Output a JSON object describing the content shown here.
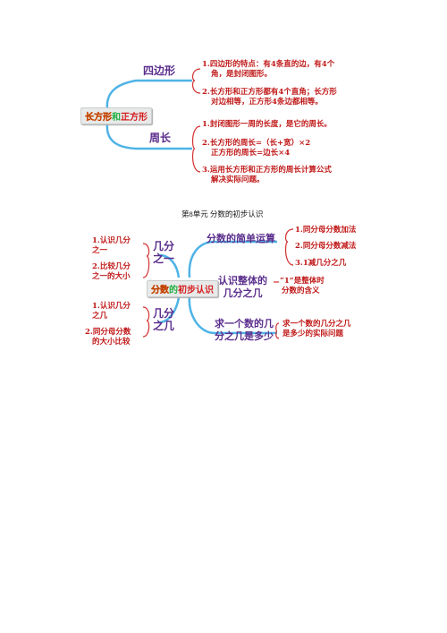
{
  "map1": {
    "center": [
      "长方形",
      "和",
      "正方形"
    ],
    "branch_sides": "四边形",
    "branch_perimeter": "周长",
    "sides_items": [
      [
        "1.四边形的特点：有4条直的边，有4个",
        "角，是封闭图形。"
      ],
      [
        "2.长方形和正方形都有4个直角；长方形",
        "对边相等，正方形4条边都相等。"
      ]
    ],
    "perimeter_items": [
      [
        "1.封闭图形一周的长度，是它的周长。"
      ],
      [
        "2.长方形的周长=（长+宽）×2",
        "正方形的周长=边长×4"
      ],
      [
        "3.运用长方形和正方形的周长计算公式",
        "解决实际问题。"
      ]
    ]
  },
  "unit_title": "第8单元  分数的初步认识",
  "map2": {
    "center": [
      "分数",
      "的",
      "初步认识"
    ],
    "branch_one_of": [
      "几分",
      "之一"
    ],
    "branch_several_of": [
      "几分",
      "之几"
    ],
    "branch_ops": "分数的简单运算",
    "branch_whole": [
      "认识整体的",
      "几分之几"
    ],
    "branch_fraction_of_number": [
      "求一个数的几",
      "分之几是多少"
    ],
    "one_of_items": [
      [
        "1.认识几分",
        "之一"
      ],
      [
        "2.比较几分",
        "之一的大小"
      ]
    ],
    "several_of_items": [
      [
        "1.认识几分",
        "之几"
      ],
      [
        "2.同分母分数",
        "的大小比较"
      ]
    ],
    "ops_items": [
      [
        "1.同分母分数加法"
      ],
      [
        "2.同分母分数减法"
      ],
      [
        "3.1减几分之几"
      ]
    ],
    "whole_item": [
      "“1”是整体时",
      "分数的含义"
    ],
    "fraction_of_number_item": [
      "求一个数的几分之几",
      "是多少的实际问题"
    ]
  }
}
